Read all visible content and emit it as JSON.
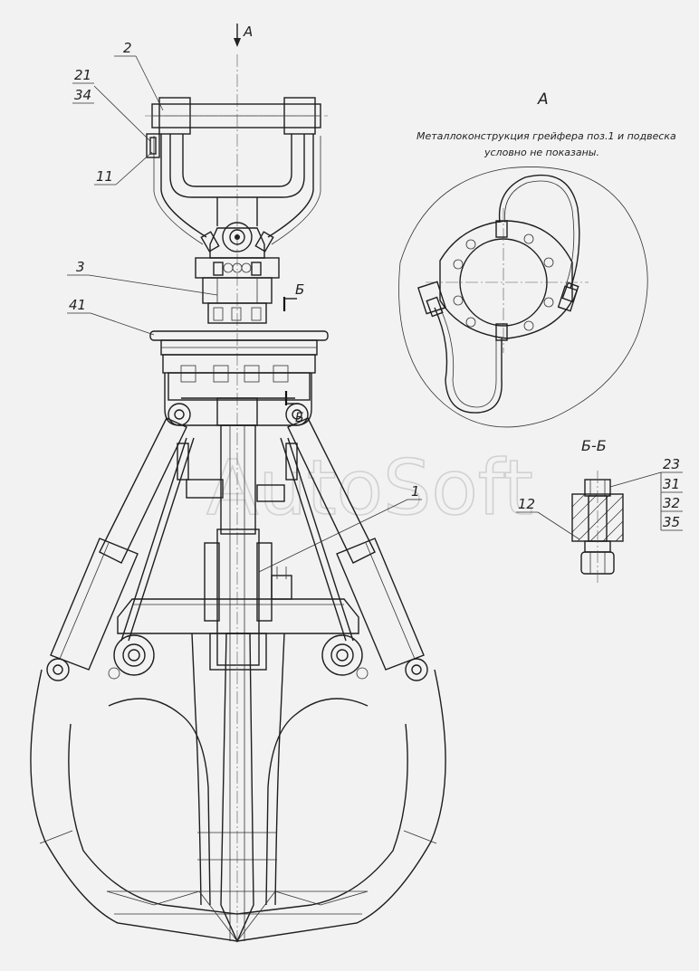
{
  "view_arrow_label": "А",
  "view_a": {
    "title": "А",
    "note_line1": "Металлоконструкция грейфера поз.1 и подвеска",
    "note_line2": "условно не показаны."
  },
  "section_mark": "Б",
  "section_bb": {
    "title": "Б-Б"
  },
  "callouts": {
    "c2": "2",
    "c21": "21",
    "c34": "34",
    "c11": "11",
    "c3": "3",
    "c41": "41",
    "c1": "1",
    "c12": "12",
    "c23": "23",
    "c31": "31",
    "c32": "32",
    "c35": "35"
  },
  "watermark": "AutoSoft"
}
